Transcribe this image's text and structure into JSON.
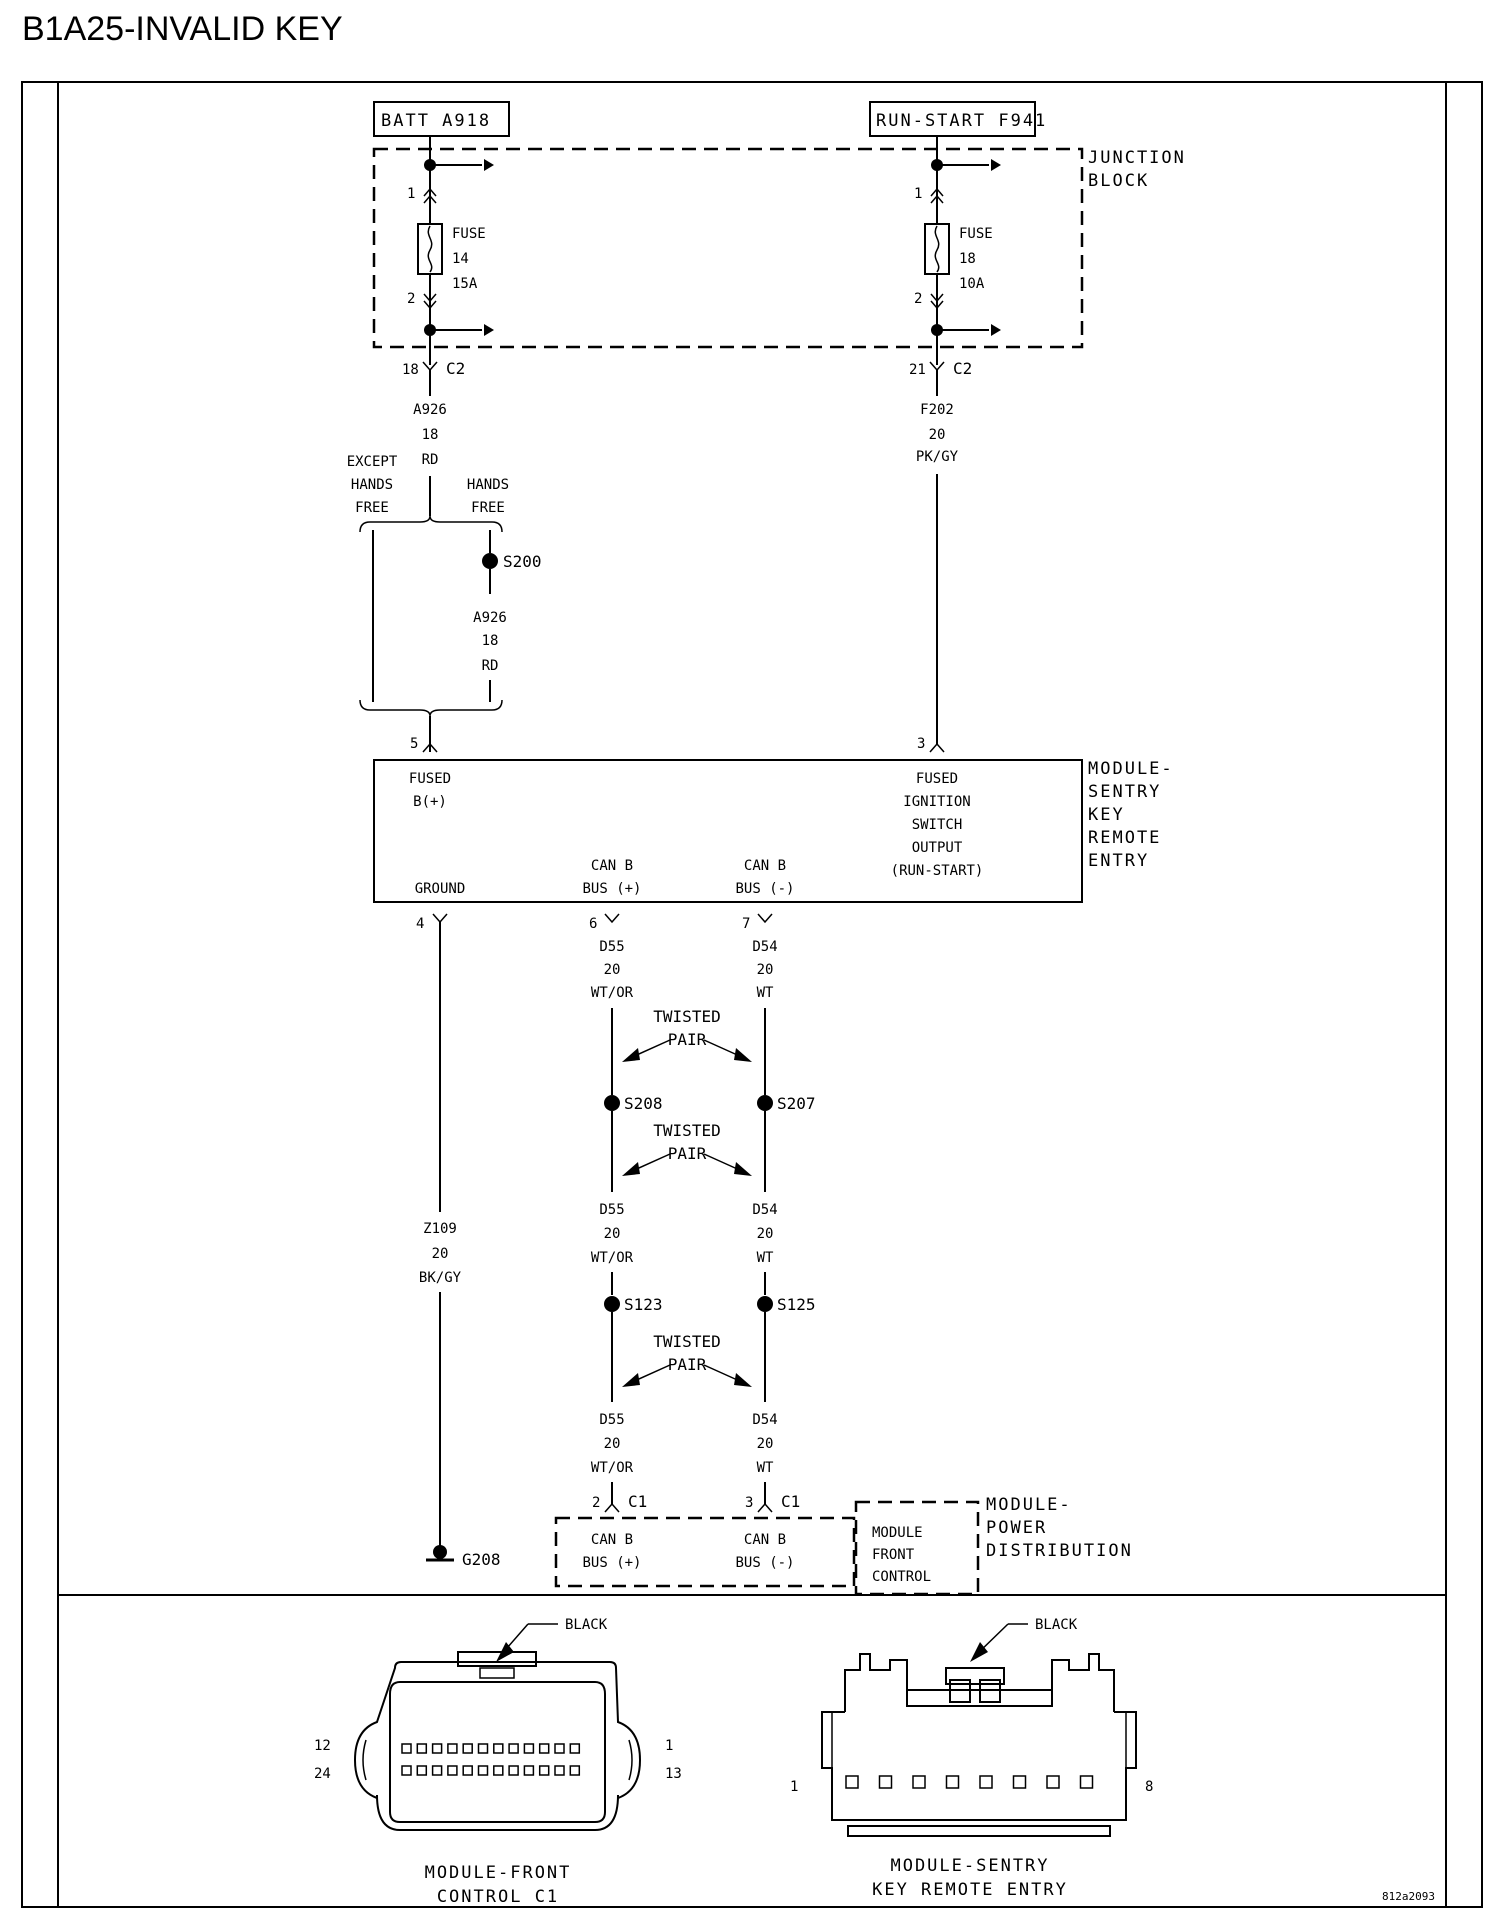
{
  "title": "B1A25-INVALID KEY",
  "figure_id": "812a2093",
  "sources": {
    "batt": "BATT A918",
    "run_start": "RUN-START F941"
  },
  "junction_block": {
    "label_line1": "JUNCTION",
    "label_line2": "BLOCK",
    "fuse14": {
      "pin_in": "1",
      "pin_out": "2",
      "line1": "FUSE",
      "line2": "14",
      "line3": "15A"
    },
    "fuse18": {
      "pin_in": "1",
      "pin_out": "2",
      "line1": "FUSE",
      "line2": "18",
      "line3": "10A"
    },
    "conn_left": {
      "pin": "18",
      "name": "C2"
    },
    "conn_right": {
      "pin": "21",
      "name": "C2"
    }
  },
  "wires": {
    "a926_top": {
      "id": "A926",
      "gauge": "18",
      "color": "RD"
    },
    "a926_mid": {
      "id": "A926",
      "gauge": "18",
      "color": "RD"
    },
    "f202": {
      "id": "F202",
      "gauge": "20",
      "color": "PK/GY"
    },
    "d55_1": {
      "id": "D55",
      "gauge": "20",
      "color": "WT/OR"
    },
    "d54_1": {
      "id": "D54",
      "gauge": "20",
      "color": "WT"
    },
    "d55_2": {
      "id": "D55",
      "gauge": "20",
      "color": "WT/OR"
    },
    "d54_2": {
      "id": "D54",
      "gauge": "20",
      "color": "WT"
    },
    "d55_3": {
      "id": "D55",
      "gauge": "20",
      "color": "WT/OR"
    },
    "d54_3": {
      "id": "D54",
      "gauge": "20",
      "color": "WT"
    },
    "z109": {
      "id": "Z109",
      "gauge": "20",
      "color": "BK/GY"
    }
  },
  "options": {
    "except_line1": "EXCEPT",
    "except_line2": "HANDS",
    "except_line3": "FREE",
    "hands_line1": "HANDS",
    "hands_line2": "FREE"
  },
  "splices": {
    "s200": "S200",
    "s208": "S208",
    "s207": "S207",
    "s123": "S123",
    "s125": "S125"
  },
  "twisted_pair": {
    "line1": "TWISTED",
    "line2": "PAIR"
  },
  "skrem": {
    "label_line1": "MODULE-",
    "label_line2": "SENTRY",
    "label_line3": "KEY",
    "label_line4": "REMOTE",
    "label_line5": "ENTRY",
    "pin5": "5",
    "pin3": "3",
    "pin4": "4",
    "pin6": "6",
    "pin7": "7",
    "fused_b_line1": "FUSED",
    "fused_b_line2": "B(+)",
    "fused_ign_line1": "FUSED",
    "fused_ign_line2": "IGNITION",
    "fused_ign_line3": "SWITCH",
    "fused_ign_line4": "OUTPUT",
    "fused_ign_line5": "(RUN-START)",
    "ground": "GROUND",
    "canp_line1": "CAN B",
    "canp_line2": "BUS (+)",
    "canm_line1": "CAN B",
    "canm_line2": "BUS (-)"
  },
  "pdc": {
    "label_line1": "MODULE-",
    "label_line2": "POWER",
    "label_line3": "DISTRIBUTION",
    "fcm_line1": "MODULE",
    "fcm_line2": "FRONT",
    "fcm_line3": "CONTROL",
    "conn_a_pin": "2",
    "conn_a_name": "C1",
    "conn_b_pin": "3",
    "conn_b_name": "C1",
    "canp_line1": "CAN B",
    "canp_line2": "BUS (+)",
    "canm_line1": "CAN B",
    "canm_line2": "BUS (-)"
  },
  "ground": {
    "name": "G208"
  },
  "connector_fcm": {
    "color": "BLACK",
    "caption_line1": "MODULE-FRONT",
    "caption_line2": "CONTROL C1",
    "pin_tl": "12",
    "pin_bl": "24",
    "pin_tr": "1",
    "pin_br": "13",
    "pins_per_row": 12
  },
  "connector_skrem": {
    "color": "BLACK",
    "caption_line1": "MODULE-SENTRY",
    "caption_line2": "KEY REMOTE ENTRY",
    "pin_left": "1",
    "pin_right": "8",
    "pin_count": 8
  }
}
